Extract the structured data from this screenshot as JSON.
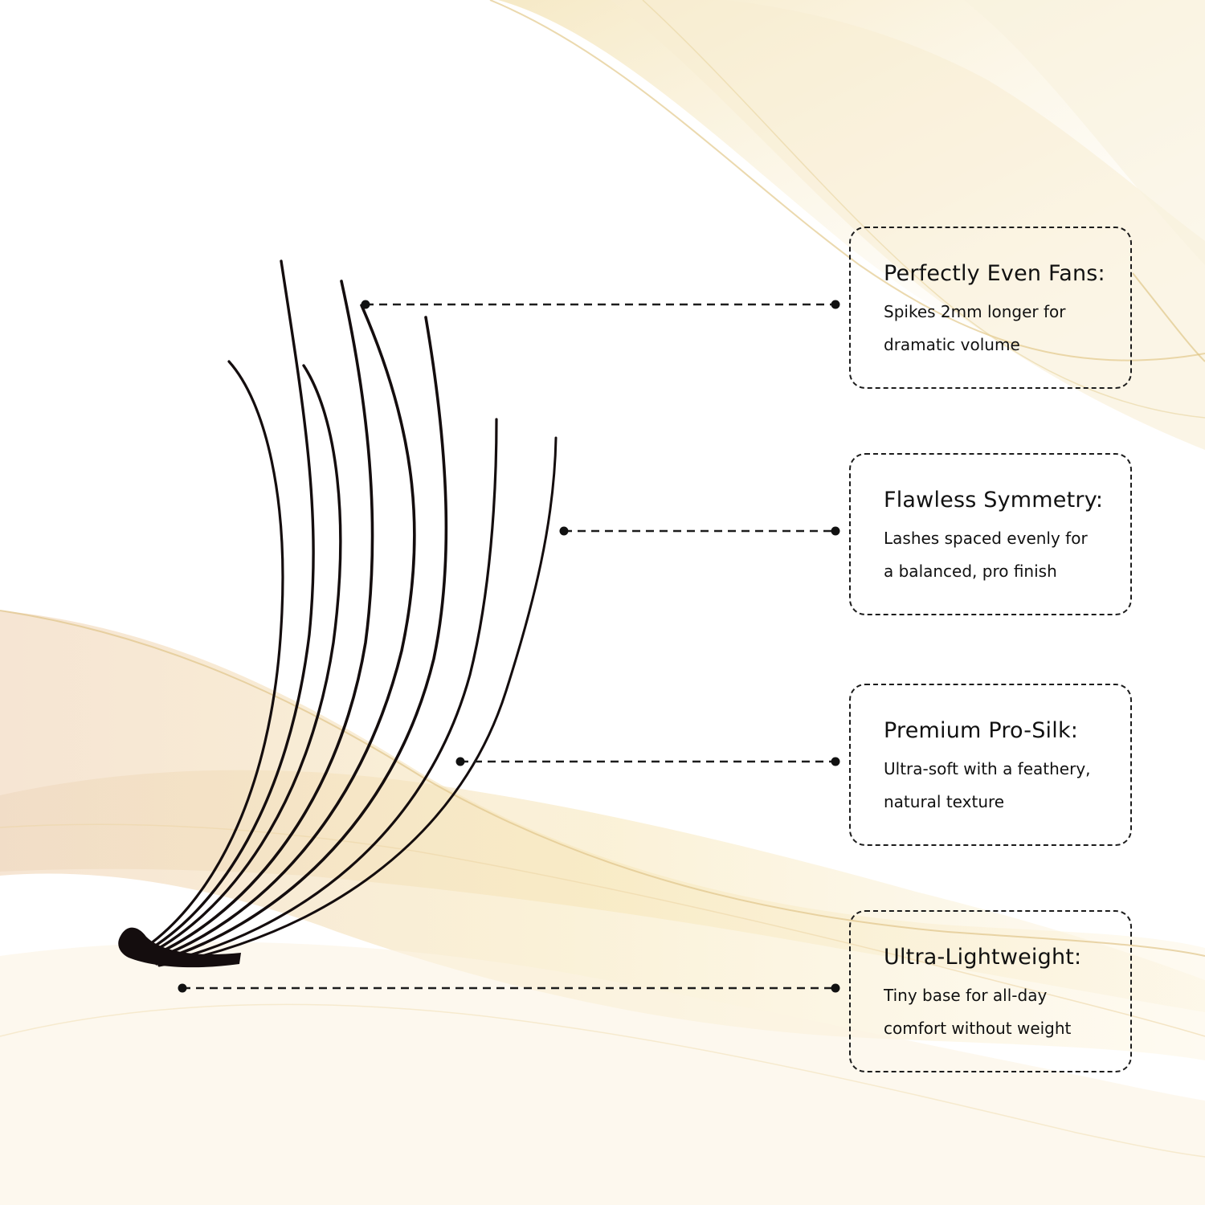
{
  "colors": {
    "background": "#ffffff",
    "wave_gold": "#e8cf8e",
    "wave_cream": "#f6ecd0",
    "lash": "#140d0e",
    "text": "#111111",
    "border": "#1c1c1c"
  },
  "features": [
    {
      "title": "Perfectly Even Fans:",
      "lines": [
        "Spikes 2mm longer for",
        "dramatic volume"
      ]
    },
    {
      "title": "Flawless Symmetry:",
      "lines": [
        "Lashes spaced evenly for",
        "a balanced, pro finish"
      ]
    },
    {
      "title": "Premium Pro-Silk:",
      "lines": [
        "Ultra-soft with a feathery,",
        "natural texture"
      ]
    },
    {
      "title": "Ultra-Lightweight:",
      "lines": [
        "Tiny base for all-day",
        "comfort without weight"
      ]
    }
  ]
}
